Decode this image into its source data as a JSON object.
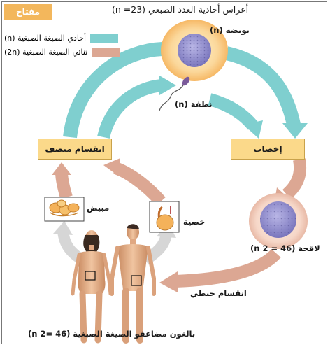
{
  "key": {
    "title": "مفتاح",
    "items": [
      {
        "label": "أحادي الصيغة الصبغية (n)",
        "color": "#7fcfcf"
      },
      {
        "label": "ثنائي الصيغة الصبغية (2n)",
        "color": "#dca793"
      }
    ]
  },
  "title": "أعراس أحادية العدد الصبغي (n =23)",
  "labels": {
    "egg": "بويضة (n)",
    "sperm": "نطفة (n)",
    "fertilization": "إخصاب",
    "meiosis": "انقسام منصف",
    "zygote": "لاقحة (n 2 = 46)",
    "mitosis": "انقسام خيطي",
    "ovary": "مبيض",
    "testis": "خصية",
    "adults": "بالغون مضاعفو الصيغة الصبغية (n 2= 46)"
  },
  "colors": {
    "haploid_arrow": "#7fcfcf",
    "diploid_arrow": "#dca793",
    "box_fill": "#fbd98a",
    "egg_halo": "#f7c97a",
    "nucleus": "#8b87c9"
  }
}
